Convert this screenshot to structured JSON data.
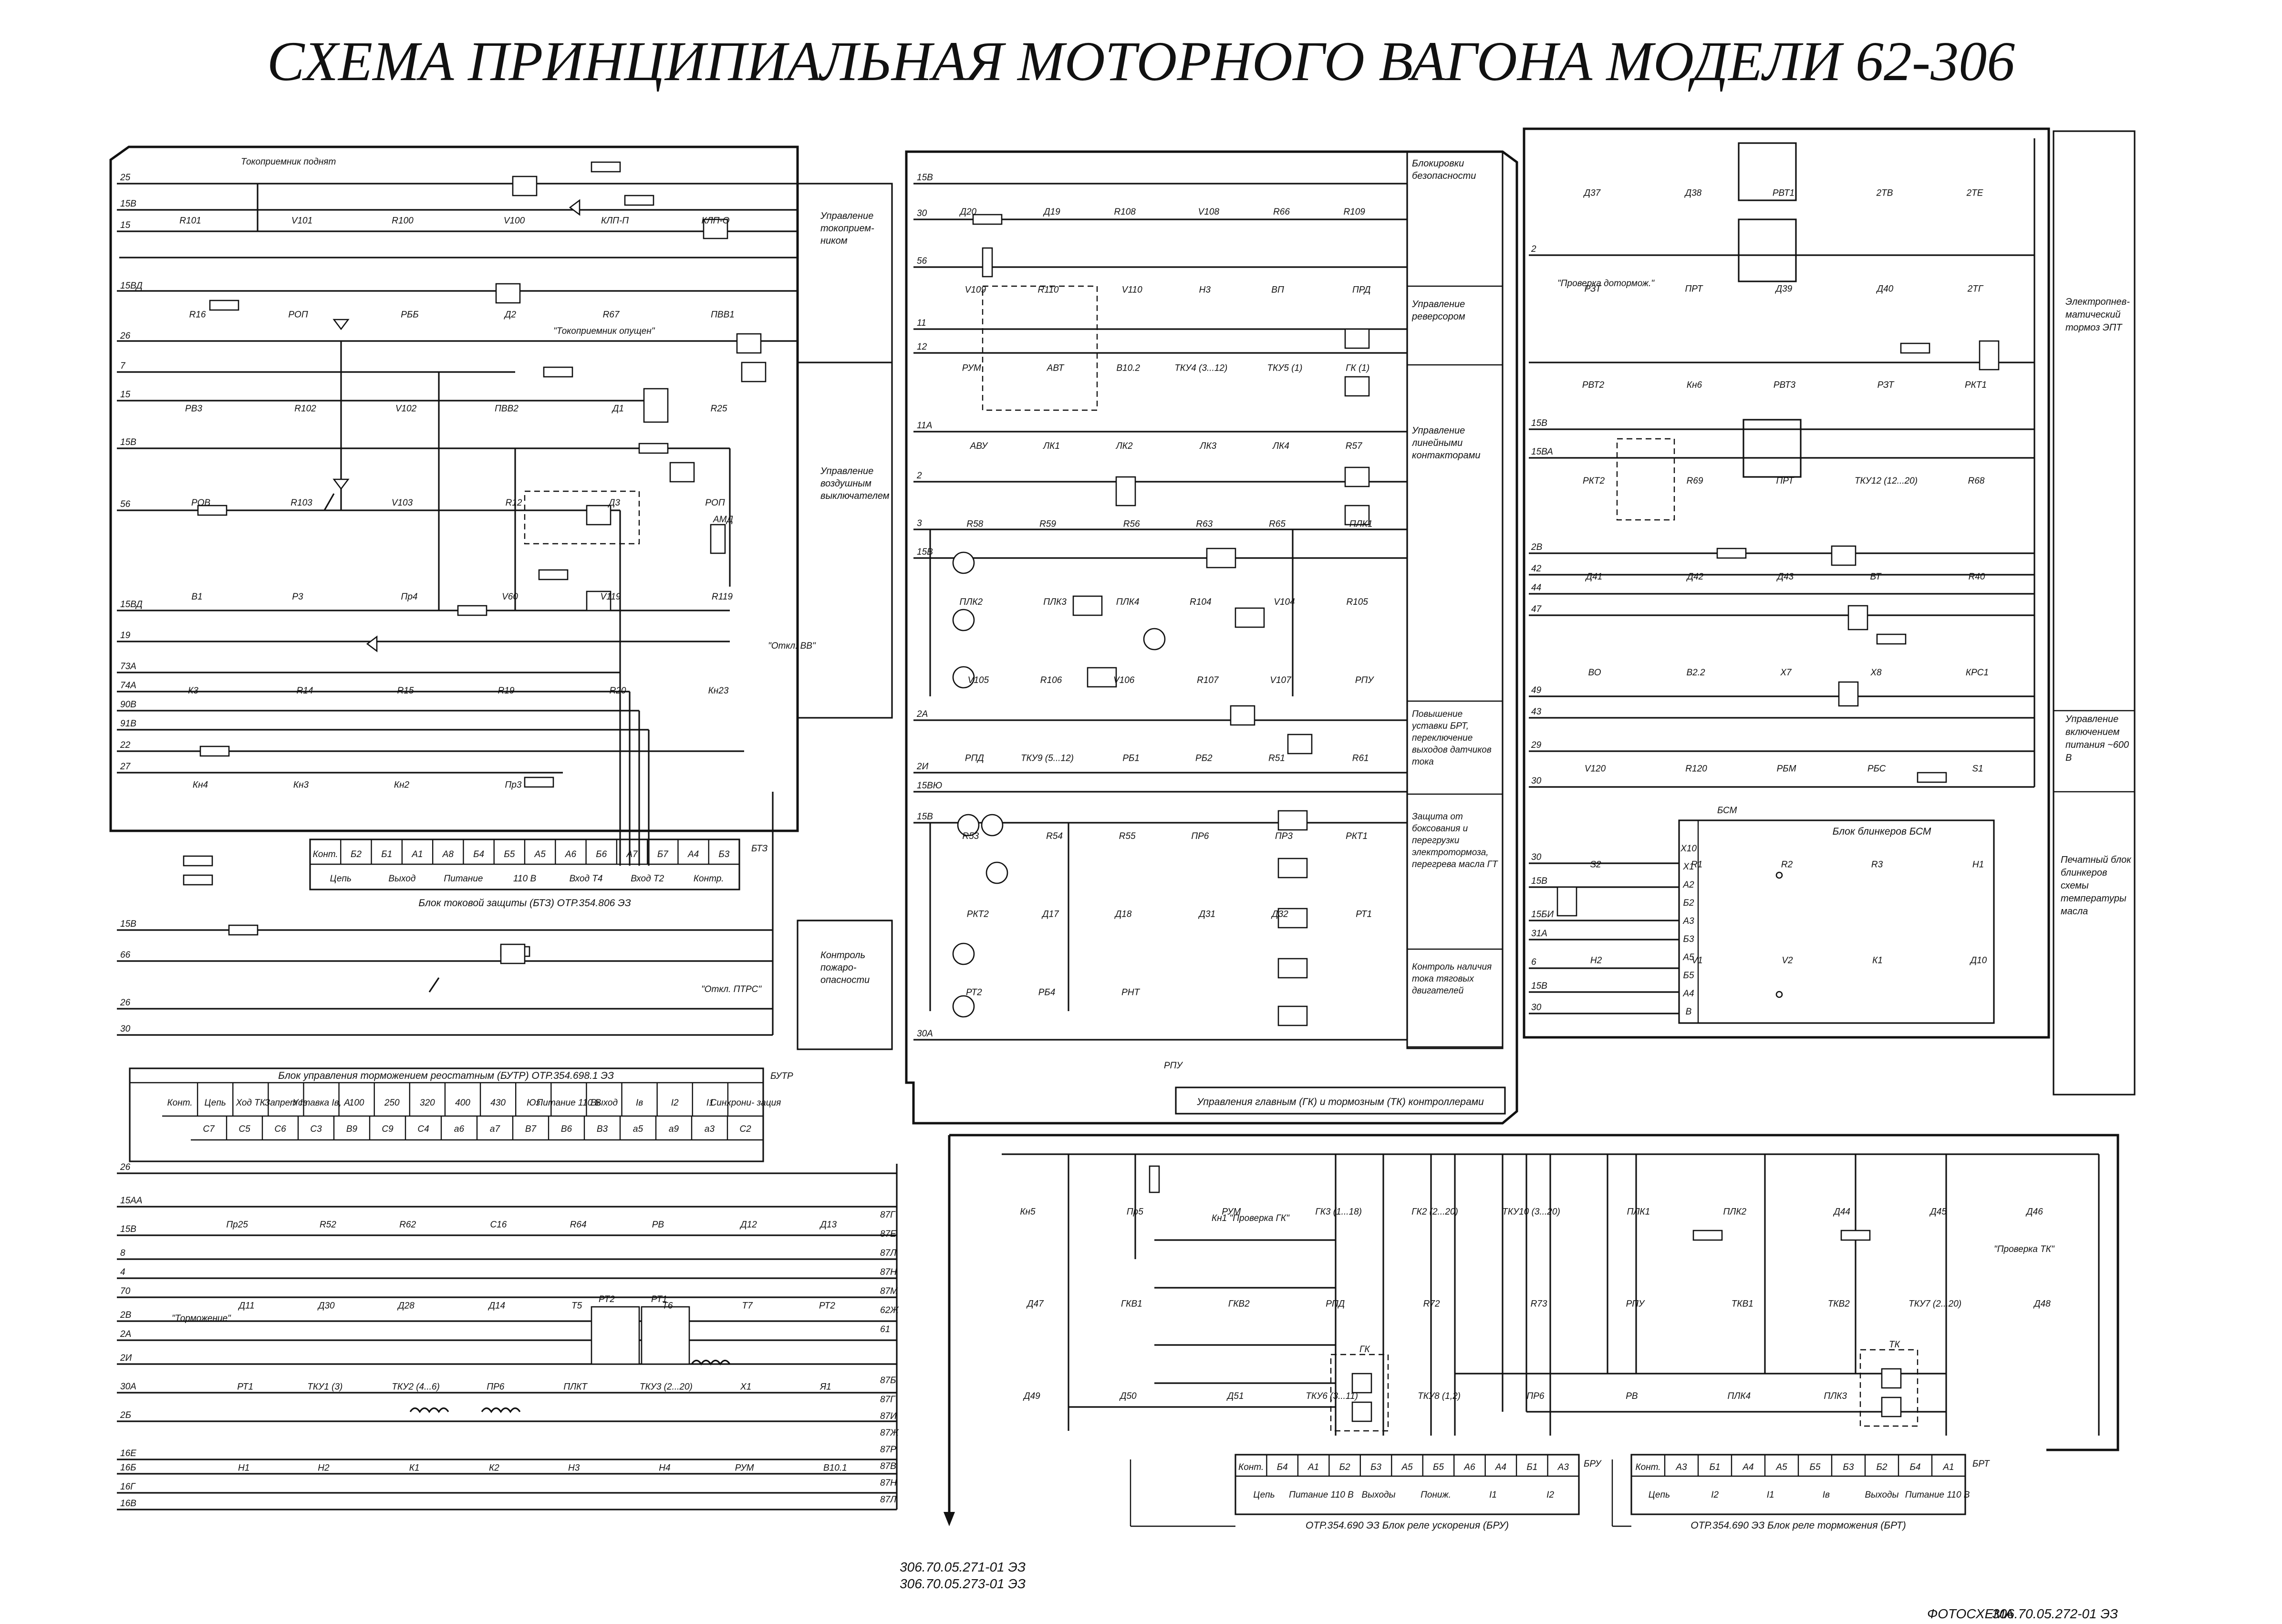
{
  "title": "СХЕМА ПРИНЦИПИАЛЬНАЯ МОТОРНОГО ВАГОНА МОДЕЛИ 62-306",
  "footer": {
    "docs": [
      "306.70.05.271-01 ЭЗ",
      "306.70.05.273-01 ЭЗ"
    ],
    "photo_label": "ФОТОСХЕМА",
    "photo_doc": "306.70.05.272-01 ЭЗ"
  },
  "sections": [
    {
      "id": "tokopriemniki",
      "text": "Управление токоприем- ником"
    },
    {
      "id": "bv",
      "text": "Управление воздушным выключателем"
    },
    {
      "id": "pozhar",
      "text": "Контроль пожаро- опасности"
    },
    {
      "id": "blokirovki",
      "text": "Блокировки безопасности"
    },
    {
      "id": "reversor",
      "text": "Управление реверсором"
    },
    {
      "id": "linkont",
      "text": "Управление линейными контакторами"
    },
    {
      "id": "ustavki",
      "text": "Повышение уставки БРТ, переключение выходов датчиков тока"
    },
    {
      "id": "zashchita",
      "text": "Защита от боксования и перегрузки электротормоза, перегрева масла ГТ"
    },
    {
      "id": "kontrol_toka",
      "text": "Контроль наличия тока тяговых двигателей"
    },
    {
      "id": "ept",
      "text": "Электропнев- матический тормоз ЭПТ"
    },
    {
      "id": "pitanie600",
      "text": "Управление включением питания ~600 В"
    },
    {
      "id": "bsm_side",
      "text": "Печатный блок блинкеров схемы температуры масла"
    }
  ],
  "gk_tk_caption": "Управления главным (ГК) и тормозным (ТК) контроллерами",
  "btz": {
    "caption": "Блок токовой защиты (БТЗ)  ОТР.354.806 ЭЗ",
    "header_cells": [
      "Конт.",
      "Б2",
      "Б1",
      "А1",
      "А8",
      "Б4",
      "Б5",
      "А5",
      "А6",
      "Б6",
      "А7",
      "Б7",
      "А4",
      "Б3"
    ],
    "groups": [
      "Цепь",
      "Выход",
      "Питание",
      "110 В",
      "Вход Т4",
      "Вход Т2",
      "Контр."
    ]
  },
  "butr": {
    "caption": "Блок управления торможением реостатным (БУТР)   ОТР.354.698.1 ЭЗ",
    "tag": "БУТР",
    "header_cells": [
      "Конт.",
      "Цепь",
      "Ход ТК",
      "Запрет Iв",
      "Уставка Iв, А",
      "100",
      "250",
      "320",
      "400",
      "430",
      "Юз",
      "Питание 110 В",
      "Выход",
      "Iв",
      "I2",
      "I1",
      "Синхрони- зация"
    ],
    "pins": [
      "С7",
      "С5",
      "С6",
      "С3",
      "В9",
      "С9",
      "С4",
      "а6",
      "а7",
      "В7",
      "В6",
      "В3",
      "а5",
      "а9",
      "а3",
      "С2"
    ]
  },
  "bru": {
    "caption": "ОТР.354.690 ЭЗ   Блок реле ускорения (БРУ)",
    "tag": "БРУ",
    "header_cells": [
      "Конт.",
      "Б4",
      "А1",
      "Б2",
      "Б3",
      "А5",
      "Б5",
      "А6",
      "А4",
      "Б1",
      "А3"
    ],
    "groups": [
      "Цепь",
      "Питание 110 В",
      "Выходы",
      "Пониж.",
      "I1",
      "I2"
    ]
  },
  "brt": {
    "caption": "ОТР.354.690 ЭЗ   Блок реле торможения (БРТ)",
    "tag": "БРТ",
    "header_cells": [
      "Конт.",
      "А3",
      "Б1",
      "А4",
      "А5",
      "Б5",
      "Б3",
      "Б2",
      "Б4",
      "А1"
    ],
    "groups": [
      "Цепь",
      "I2",
      "I1",
      "Iв",
      "Выходы",
      "Питание 110 В"
    ]
  },
  "bsm": {
    "caption": "Блок блинкеров БСМ",
    "tag": "БСМ",
    "pins": [
      "Х10",
      "Х1",
      "А2",
      "Б2",
      "А3",
      "Б3",
      "А5",
      "Б5",
      "А4",
      "В"
    ]
  },
  "left_wires": [
    "25",
    "15В",
    "15",
    "15ВД",
    "26",
    "7",
    "15",
    "15В",
    "56",
    "15ВД",
    "19",
    "73А",
    "74А",
    "90В",
    "91В",
    "22",
    "27",
    "15В",
    "66",
    "26",
    "30"
  ],
  "lower_left_wires": [
    "26",
    "15АА",
    "15В",
    "8",
    "4",
    "70",
    "2В",
    "2А",
    "2И",
    "30А",
    "2Б",
    "16Е",
    "16Б",
    "16Г",
    "16В"
  ],
  "middle_wires": [
    "15В",
    "30",
    "56",
    "11",
    "12",
    "11А",
    "2",
    "3",
    "15В",
    "2А",
    "2И",
    "15ВЮ",
    "15В",
    "30А"
  ],
  "right_wires": [
    "2",
    "15В",
    "15ВА",
    "2В",
    "42",
    "44",
    "47",
    "49",
    "43",
    "29",
    "30",
    "30",
    "15В",
    "15БИ",
    "31А",
    "6",
    "15В",
    "30"
  ],
  "bus_labels": [
    "87Г",
    "87Е",
    "87Л",
    "87Н",
    "87М",
    "62Ж",
    "61",
    "87Б",
    "87Г",
    "87И",
    "87Ж",
    "87Р",
    "87В",
    "87Н",
    "87Л"
  ],
  "labels": {
    "tokopriemnik_podnyat": "Токоприемник поднят",
    "tokopriemniki_opushcheny": "\"Токоприемник опущен\"",
    "otkl_vv": "\"Откл. ВВ\"",
    "otkl_ptrs": "\"Откл. ПТРС\"",
    "tormozhenie": "\"Торможение\"",
    "proverka_dotormozh": "\"Проверка дотормож.\"",
    "proverka_gk": "Кн1 \"Проверка ГК\"",
    "proverka_tk": "\"Проверка ТК\"",
    "amd": "АМД",
    "gk": "ГК",
    "tk": "ТК"
  },
  "components": {
    "A": [
      "R101",
      "V101",
      "R100",
      "V100",
      "КЛП-П",
      "КЛП-О",
      "R16",
      "РОП",
      "РББ",
      "Д2",
      "R67",
      "ПВВ1",
      "РВ3",
      "R102",
      "V102",
      "ПВВ2",
      "Д1",
      "R25",
      "РОВ",
      "R103",
      "V103",
      "R12",
      "Д3",
      "РОП",
      "В1",
      "Р3",
      "Пр4",
      "V60",
      "V119",
      "R119",
      "К3",
      "R14",
      "R15",
      "R19",
      "R20",
      "Кн23",
      "Кн4",
      "Кн3",
      "Кн2",
      "Пр3"
    ],
    "B": [
      "Д20",
      "Д19",
      "R108",
      "V108",
      "R66",
      "R109",
      "V109",
      "R110",
      "V110",
      "Н3",
      "ВП",
      "ПРД",
      "РУМ",
      "АВТ",
      "В10.2",
      "ТКУ4 (3...12)",
      "ТКУ5 (1)",
      "ГК (1)",
      "АВУ",
      "ЛК1",
      "ЛК2",
      "ЛК3",
      "ЛК4",
      "R57",
      "R58",
      "R59",
      "R56",
      "R63",
      "R65",
      "ПЛК1",
      "ПЛК2",
      "ПЛК3",
      "ПЛК4",
      "R104",
      "V104",
      "R105",
      "V105",
      "R106",
      "V106",
      "R107",
      "V107",
      "РПУ",
      "РПД",
      "ТКУ9 (5...12)",
      "РБ1",
      "РБ2",
      "R51",
      "R61",
      "R53",
      "R54",
      "R55",
      "ПР6",
      "ПР3",
      "РКТ1",
      "РКТ2",
      "Д17",
      "Д18",
      "Д31",
      "Д32",
      "РТ1",
      "РТ2",
      "РБ4",
      "РНТ"
    ],
    "C": [
      "Д37",
      "Д38",
      "РВТ1",
      "2ТВ",
      "2ТЕ",
      "РЗТ",
      "ПРТ",
      "Д39",
      "Д40",
      "2ТГ",
      "РВТ2",
      "Кн6",
      "РВТ3",
      "РЗТ",
      "РКТ1",
      "РКТ2",
      "R69",
      "ПРТ",
      "ТКУ12 (12...20)",
      "R68",
      "Д41",
      "Д42",
      "Д43",
      "ВТ",
      "R40",
      "ВО",
      "В2.2",
      "Х7",
      "Х8",
      "КРС1",
      "V120",
      "R120",
      "РБМ",
      "РБС",
      "S1",
      "S2",
      "R1",
      "R2",
      "R3",
      "H1",
      "H2",
      "V1",
      "V2",
      "К1",
      "Д10"
    ],
    "D": [
      "Кн5",
      "Пр5",
      "РУМ",
      "ГК3 (1...18)",
      "ГК2 (2...20)",
      "ТКУ10 (3...20)",
      "ПЛК1",
      "ПЛК2",
      "Д44",
      "Д45",
      "Д46",
      "Д47",
      "ГКВ1",
      "ГКВ2",
      "РПД",
      "R72",
      "R73",
      "РПУ",
      "ТКВ1",
      "ТКВ2",
      "ТКУ7 (2...20)",
      "Д48",
      "Д49",
      "Д50",
      "Д51",
      "ТКУ6 (3...11)",
      "ТКУ8 (1,2)",
      "ПР6",
      "РВ",
      "ПЛК4",
      "ПЛК3"
    ],
    "E": [
      "Пр25",
      "R52",
      "R62",
      "С16",
      "R64",
      "РВ",
      "Д12",
      "Д13",
      "Д11",
      "Д30",
      "Д28",
      "Д14",
      "Т5",
      "Т6",
      "Т7",
      "РТ2",
      "РТ1",
      "ТКУ1 (3)",
      "ТКУ2 (4...6)",
      "ПР6",
      "ПЛКТ",
      "ТКУ3 (2...20)",
      "Х1",
      "Я1",
      "Н1",
      "Н2",
      "К1",
      "К2",
      "Н3",
      "Н4",
      "РУМ",
      "В10.1"
    ]
  }
}
